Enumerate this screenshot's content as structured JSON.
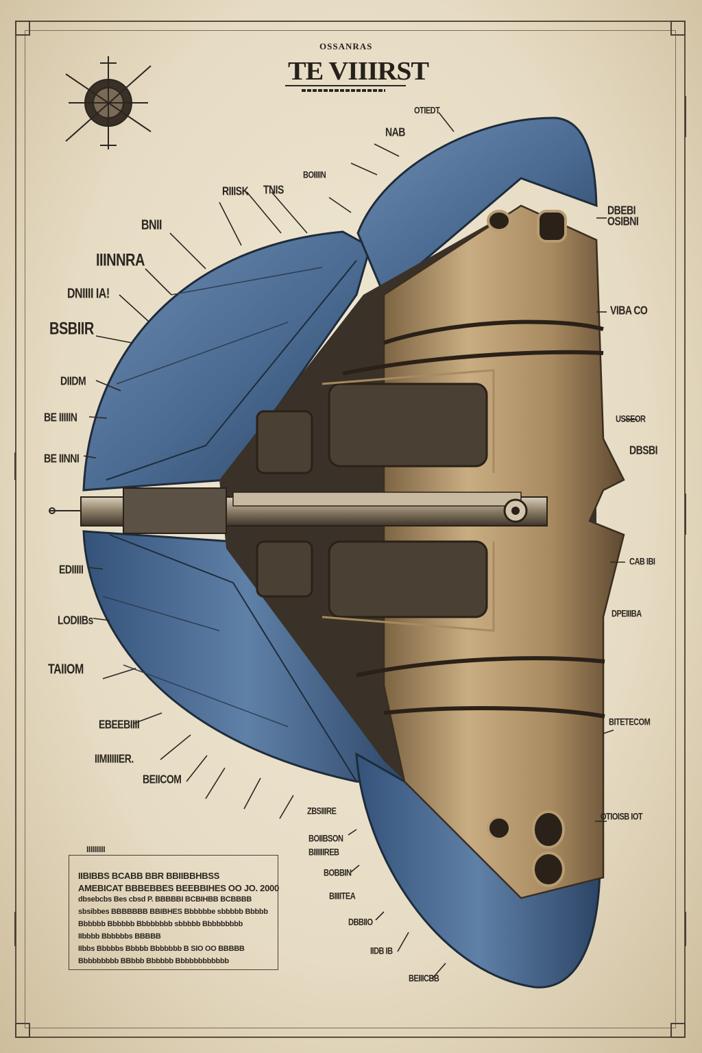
{
  "header": {
    "subtitle": "OSSANRAS",
    "title": "TE VIIIRST",
    "tagline_1": "",
    "tagline_2": ""
  },
  "labels_left": [
    {
      "id": "l1",
      "text": "BNII"
    },
    {
      "id": "l2",
      "text": "IIINNRA"
    },
    {
      "id": "l3",
      "text": "DNIIII IA!"
    },
    {
      "id": "l4",
      "text": "BSBIIR"
    },
    {
      "id": "l5",
      "text": "DIIDM"
    },
    {
      "id": "l6",
      "text": "BE IIIIIN"
    },
    {
      "id": "l7",
      "text": "BE IINNI"
    },
    {
      "id": "l8",
      "text": "EDIIIII"
    },
    {
      "id": "l9",
      "text": "LODIIBs"
    },
    {
      "id": "l10",
      "text": "TAIIOM"
    },
    {
      "id": "l11",
      "text": "EBEEBIIII"
    },
    {
      "id": "l12",
      "text": "IIMIIIIIER."
    },
    {
      "id": "l13",
      "text": "BEIICOM"
    }
  ],
  "labels_top": [
    {
      "id": "t1",
      "text": "RIIISK"
    },
    {
      "id": "t2",
      "text": "TNIS"
    },
    {
      "id": "t3",
      "text": "BOIIIIN"
    },
    {
      "id": "t4",
      "text": "OTIEDT"
    },
    {
      "id": "t5",
      "text": "NAB"
    }
  ],
  "labels_right": [
    {
      "id": "r1",
      "text": "DBEBI"
    },
    {
      "id": "r2",
      "text": "OSIBNI"
    },
    {
      "id": "r3",
      "text": "VIBA CO"
    },
    {
      "id": "r4",
      "text": "USSEOR"
    },
    {
      "id": "r5",
      "text": "DBSBI"
    },
    {
      "id": "r6",
      "text": "CAB IBI"
    },
    {
      "id": "r7",
      "text": "DPEIIIBA"
    },
    {
      "id": "r8",
      "text": "BITETECOM"
    },
    {
      "id": "r9",
      "text": "OTIOISB IOT"
    },
    {
      "id": "r10",
      "text": "ZBSIIIRE"
    },
    {
      "id": "r11",
      "text": "BOIIBSON"
    },
    {
      "id": "r12",
      "text": "BIIIIIIREB"
    },
    {
      "id": "r13",
      "text": "BOBBIN"
    },
    {
      "id": "r14",
      "text": "BIIIITEA"
    },
    {
      "id": "r15",
      "text": "DBBIIO"
    },
    {
      "id": "r16",
      "text": "IIDB IB"
    },
    {
      "id": "r17",
      "text": "BEIIICBB"
    }
  ],
  "spec_panel": {
    "heading": "IIIIIIIII",
    "lines": [
      "IIBIBBS   BCABB BBR BBIIBBHBSS",
      "AMEBICAT BBBEBBES BEEBBIHES OO JO. 2000",
      "dbsebcbs Bes cbsd P. BBBBBI BCBIHBB BCBBBB",
      "sbsibbes BBBBBBB BBIBHES Bbbbbbe sbbbbb Bbbbb",
      "Bbbbbb  Bbbbbb  Bbbbbbbb  sbbbbb Bbbbbbbbb",
      "IIbbbb Bbbbbbs  BBBBB",
      "IIbbs Bbbbbs  Bbbbb  Bbbbbbb  B SIO OO BBBBB",
      "Bbbbbbbbb BBbbb Bbbbbb Bbbbbbbbbbbb"
    ]
  },
  "colors": {
    "paper": "#ebe2cc",
    "ink": "#2b2620",
    "hull_blue": "#4f6f95",
    "hull_dark": "#2f4a6a",
    "brass": "#b89c72",
    "brass_dark": "#6e5638"
  }
}
